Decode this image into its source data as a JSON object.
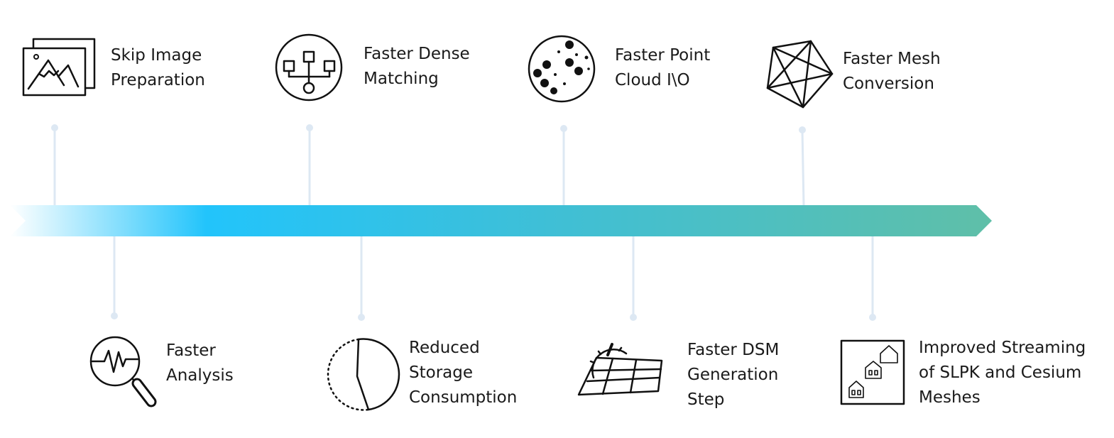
{
  "timeline": {
    "gradient": [
      "#ffffff",
      "#22c4fb",
      "#3fbfd6",
      "#5fbfa8"
    ],
    "stem_color": "#dde8f3"
  },
  "milestones": [
    {
      "id": "skip-image-preparation",
      "icon": "image-icon",
      "lines": [
        "Skip Image",
        "Preparation"
      ]
    },
    {
      "id": "faster-analysis",
      "icon": "magnifier-waveform-icon",
      "lines": [
        "Faster",
        "Analysis"
      ]
    },
    {
      "id": "faster-dense-matching",
      "icon": "network-tree-icon",
      "lines": [
        "Faster Dense",
        "Matching"
      ]
    },
    {
      "id": "reduced-storage-consumption",
      "icon": "half-circle-icon",
      "lines": [
        "Reduced",
        "Storage",
        "Consumption"
      ]
    },
    {
      "id": "faster-point-cloud-io",
      "icon": "point-cloud-icon",
      "lines": [
        "Faster Point",
        "Cloud I\\O"
      ]
    },
    {
      "id": "faster-dsm-generation-step",
      "icon": "gauge-grid-icon",
      "lines": [
        "Faster DSM",
        "Generation",
        "Step"
      ]
    },
    {
      "id": "faster-mesh-conversion",
      "icon": "mesh-polygon-icon",
      "lines": [
        "Faster Mesh",
        "Conversion"
      ]
    },
    {
      "id": "improved-streaming",
      "icon": "houses-icon",
      "lines": [
        "Improved Streaming",
        "of SLPK and Cesium",
        "Meshes"
      ]
    }
  ]
}
